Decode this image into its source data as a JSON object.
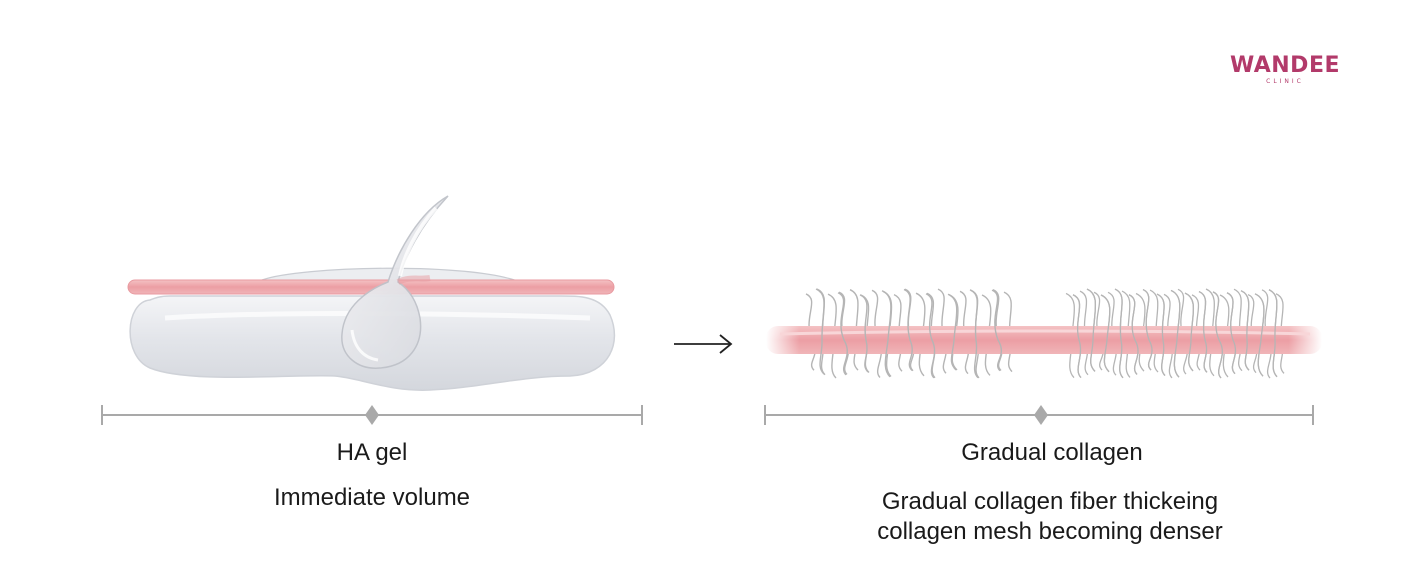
{
  "logo": {
    "name": "WANDEE",
    "sub": "CLINIC",
    "brand_color": "#b23a6a"
  },
  "left_panel": {
    "title": "HA gel",
    "description": "Immediate volume"
  },
  "right_panel": {
    "title": "Gradual collagen",
    "description_lines": [
      "Gradual collagen fiber thickeing",
      "collagen mesh becoming denser"
    ]
  },
  "colors": {
    "skin_band": "#efa8ad",
    "gel": "#e6e8ec",
    "scale_line": "#a9a9a9",
    "fiber": "#b5b5b5"
  },
  "icons": {
    "transition": "arrow-right-icon"
  }
}
